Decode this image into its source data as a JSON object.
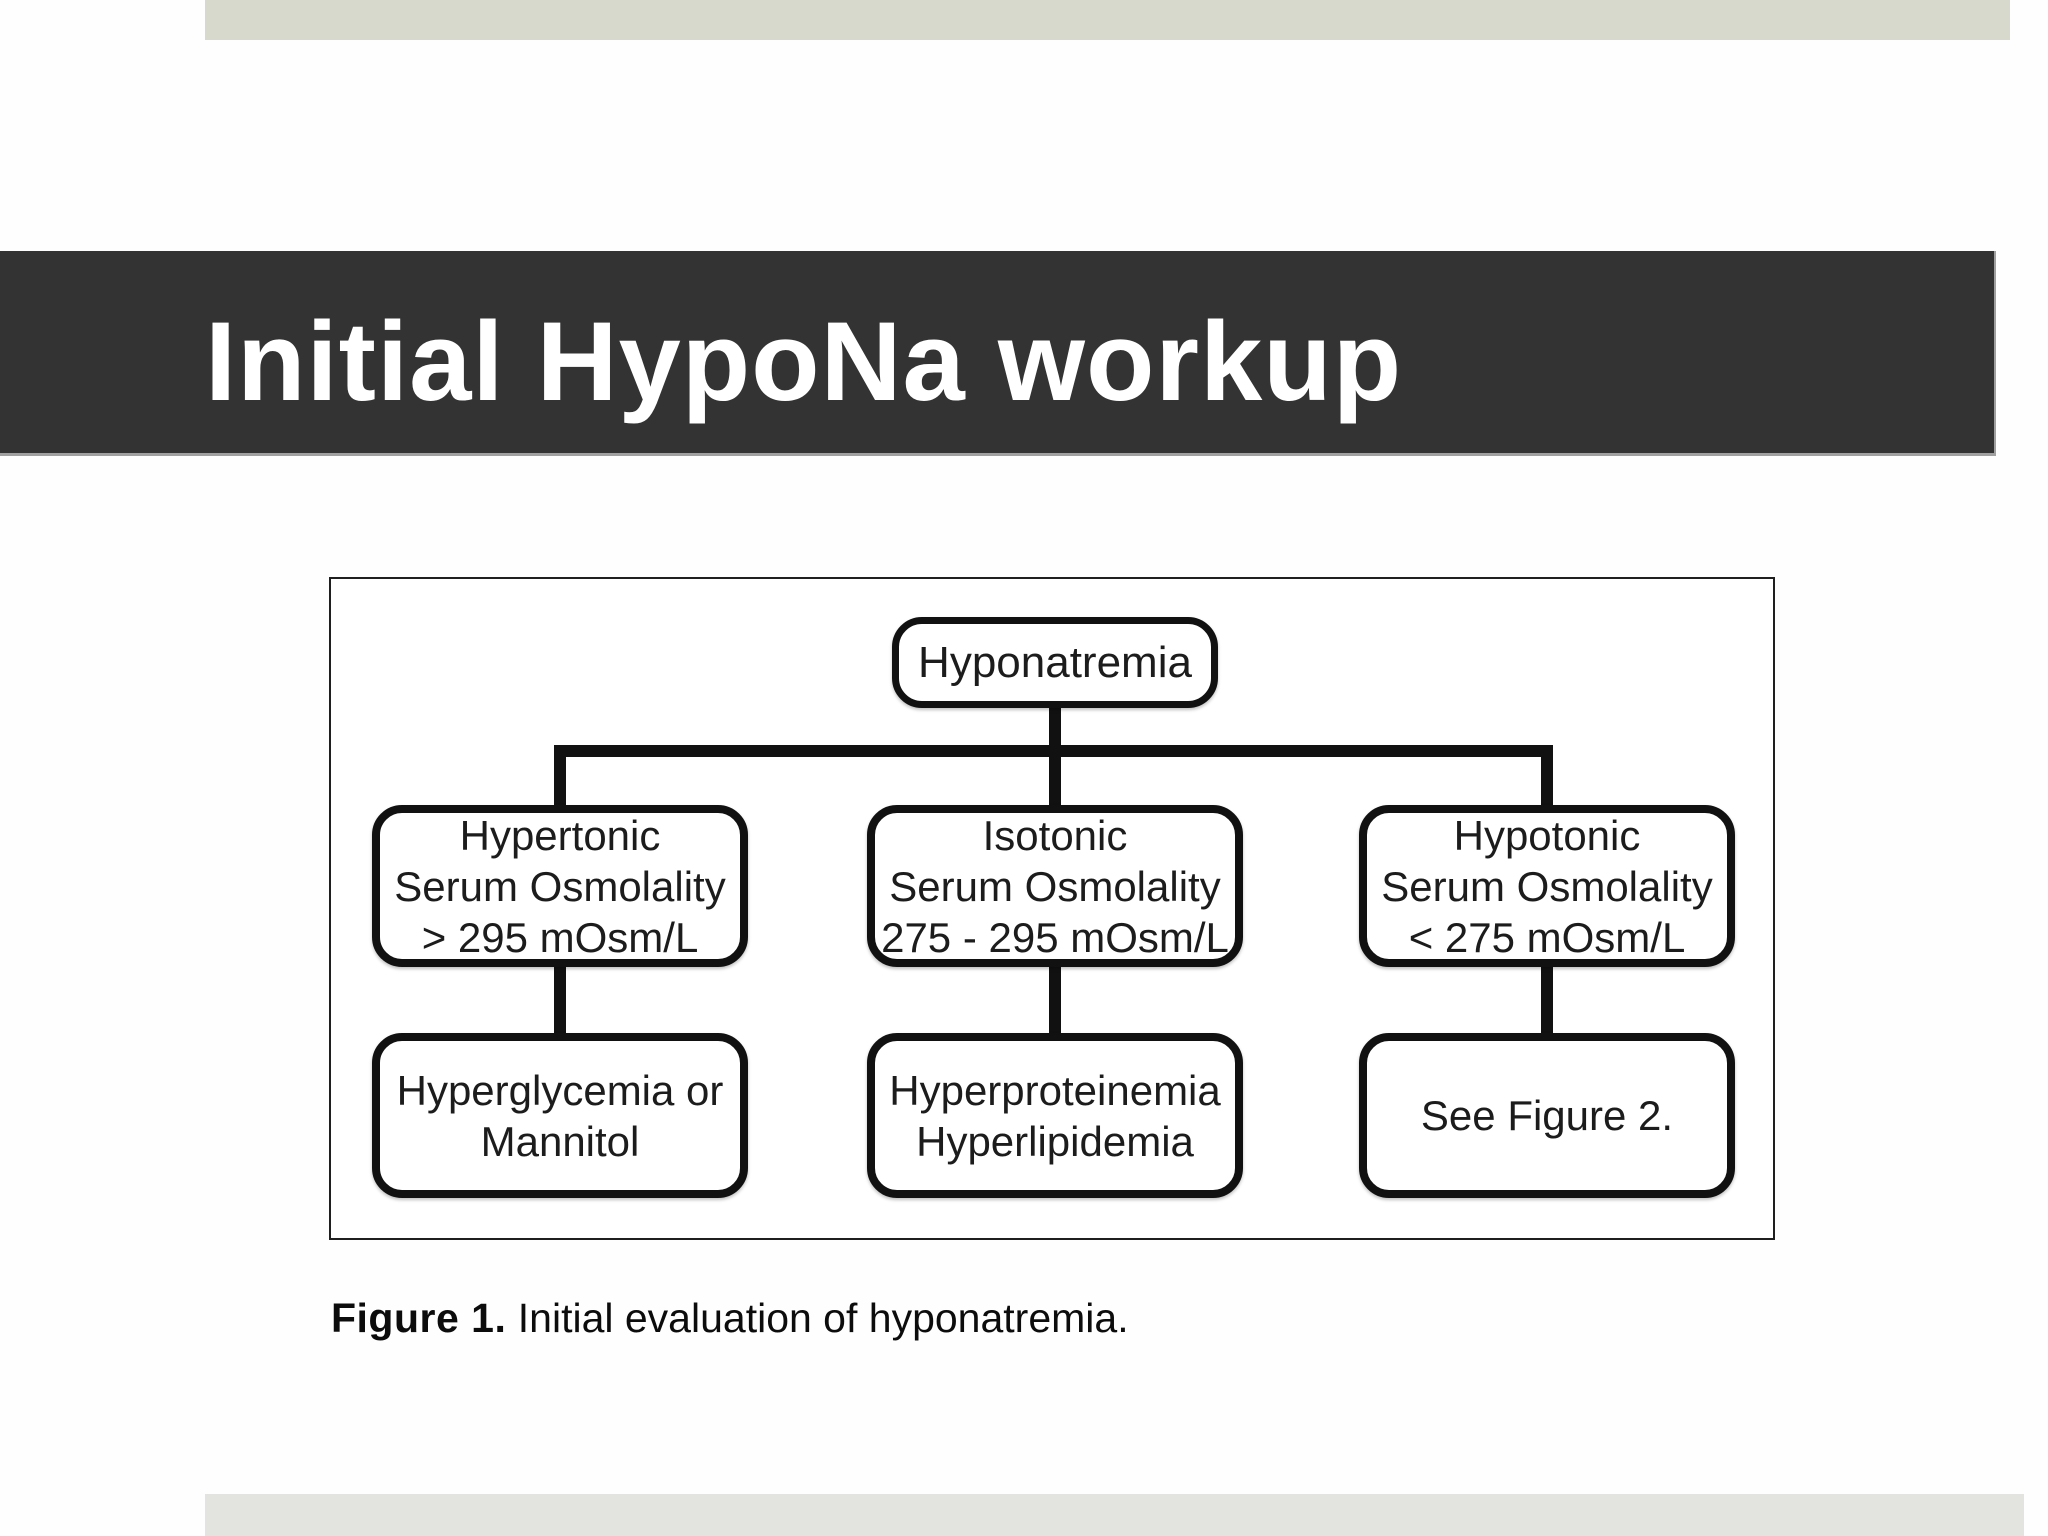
{
  "slide": {
    "title": "Initial HypoNa workup",
    "caption": {
      "label": "Figure 1.",
      "text": " Initial evaluation of hyponatremia."
    }
  },
  "flowchart": {
    "root": {
      "label": "Hyponatremia"
    },
    "branches": [
      {
        "condition": "Hypertonic\nSerum Osmolality\n> 295 mOsm/L",
        "result": "Hyperglycemia or\nMannitol"
      },
      {
        "condition": "Isotonic\nSerum Osmolality\n275 - 295 mOsm/L",
        "result": "Hyperproteinemia\nHyperlipidemia"
      },
      {
        "condition": "Hypotonic\nSerum Osmolality\n< 275 mOsm/L",
        "result": "See Figure 2."
      }
    ]
  },
  "colors": {
    "title_band": "#333333",
    "title_text": "#ffffff",
    "accent_bar_top": "#d6d9cc",
    "accent_bar_bottom": "#e3e4df",
    "diagram_line": "#111111",
    "panel_border": "#1f1f1f"
  }
}
